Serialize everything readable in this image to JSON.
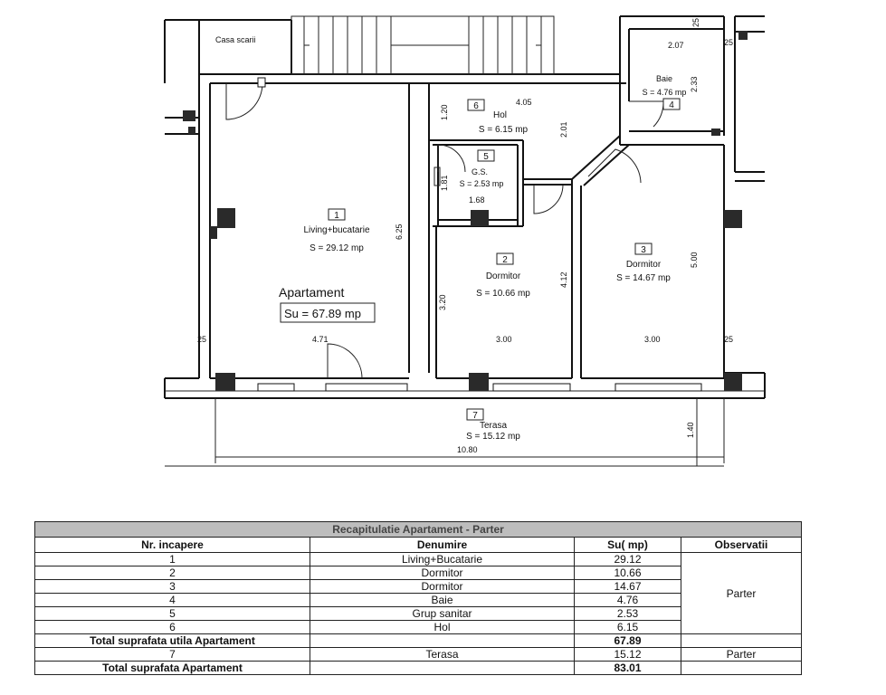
{
  "plan": {
    "labels": {
      "stair": "Casa scarii",
      "apartment": "Apartament",
      "su_total": "Su = 67.89 mp"
    },
    "rooms": [
      {
        "num": "1",
        "name": "Living+bucatarie",
        "area": "S = 29.12 mp"
      },
      {
        "num": "2",
        "name": "Dormitor",
        "area": "S = 10.66 mp"
      },
      {
        "num": "3",
        "name": "Dormitor",
        "area": "S = 14.67 mp"
      },
      {
        "num": "4",
        "name": "Baie",
        "area": "S = 4.76 mp"
      },
      {
        "num": "5",
        "name": "G.S.",
        "area": "S = 2.53 mp"
      },
      {
        "num": "6",
        "name": "Hol",
        "area": "S = 6.15 mp"
      },
      {
        "num": "7",
        "name": "Terasa",
        "area": "S = 15.12 mp"
      }
    ],
    "dimensions": {
      "d_205": "2.07",
      "d_233": "2.33",
      "d_405": "4.05",
      "d_120": "1.20",
      "d_201": "2.01",
      "d_181": "1.81",
      "d_168": "1.68",
      "d_625": "6.25",
      "d_320": "3.20",
      "d_412": "4.12",
      "d_500": "5.00",
      "d_471": "4.71",
      "d_300a": "3.00",
      "d_300b": "3.00",
      "d_25a": "25",
      "d_25b": "25",
      "d_25c": "25",
      "d_25d": "25",
      "d_140": "1.40",
      "d_1080": "10.80"
    }
  },
  "table": {
    "caption": "Recapitulatie Apartament        - Parter",
    "headers": [
      "Nr. incapere",
      "Denumire",
      "Su( mp)",
      "Observatii"
    ],
    "rows": [
      {
        "nr": "1",
        "name": "Living+Bucatarie",
        "su": "29.12"
      },
      {
        "nr": "2",
        "name": "Dormitor",
        "su": "10.66"
      },
      {
        "nr": "3",
        "name": "Dormitor",
        "su": "14.67"
      },
      {
        "nr": "4",
        "name": "Baie",
        "su": "4.76"
      },
      {
        "nr": "5",
        "name": "Grup sanitar",
        "su": "2.53"
      },
      {
        "nr": "6",
        "name": "Hol",
        "su": "6.15"
      }
    ],
    "obs_group1": "Parter",
    "total_util_label": "Total suprafata utila Apartament",
    "total_util_value": "67.89",
    "terasa_row": {
      "nr": "7",
      "name": "Terasa",
      "su": "15.12",
      "obs": "Parter"
    },
    "total_label": "Total suprafata Apartament",
    "total_value": "83.01"
  }
}
